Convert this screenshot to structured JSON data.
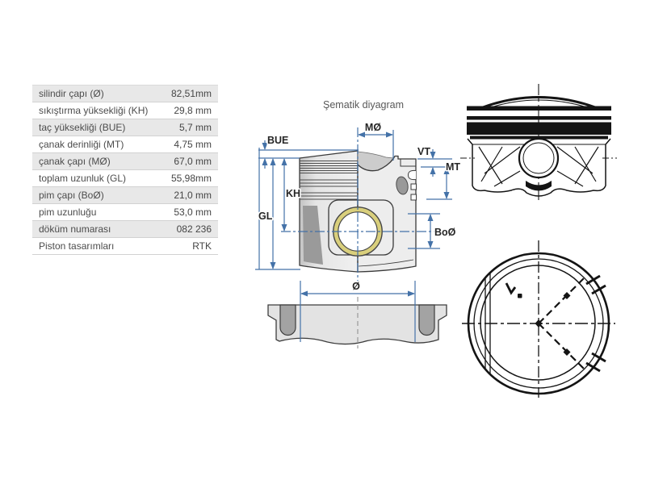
{
  "spec_table": {
    "rows": [
      {
        "label": "silindir çapı (Ø)",
        "value": "82,51mm"
      },
      {
        "label": "sıkıştırma yüksekliği (KH)",
        "value": "29,8 mm"
      },
      {
        "label": "taç yüksekliği (BUE)",
        "value": "5,7 mm"
      },
      {
        "label": "çanak derinliği (MT)",
        "value": "4,75 mm"
      },
      {
        "label": "çanak çapı (MØ)",
        "value": "67,0 mm"
      },
      {
        "label": "toplam uzunluk (GL)",
        "value": "55,98mm"
      },
      {
        "label": "pim çapı (BoØ)",
        "value": "21,0 mm"
      },
      {
        "label": "pim uzunluğu",
        "value": "53,0 mm"
      },
      {
        "label": "döküm numarası",
        "value": "082 236"
      },
      {
        "label": "Piston tasarımları",
        "value": "RTK"
      }
    ]
  },
  "diagram": {
    "title": "Şematik diyagram",
    "labels": {
      "bue": "BUE",
      "mo": "MØ",
      "vt": "VT",
      "mt": "MT",
      "kh": "KH",
      "gl": "GL",
      "boo": "BoØ",
      "dia": "Ø"
    },
    "colors": {
      "dimension_blue": "#4472a8",
      "pin_ring_yellow": "#d9cf7c",
      "drawing_black": "#141414",
      "table_row_gray": "#e8e8e8"
    }
  }
}
